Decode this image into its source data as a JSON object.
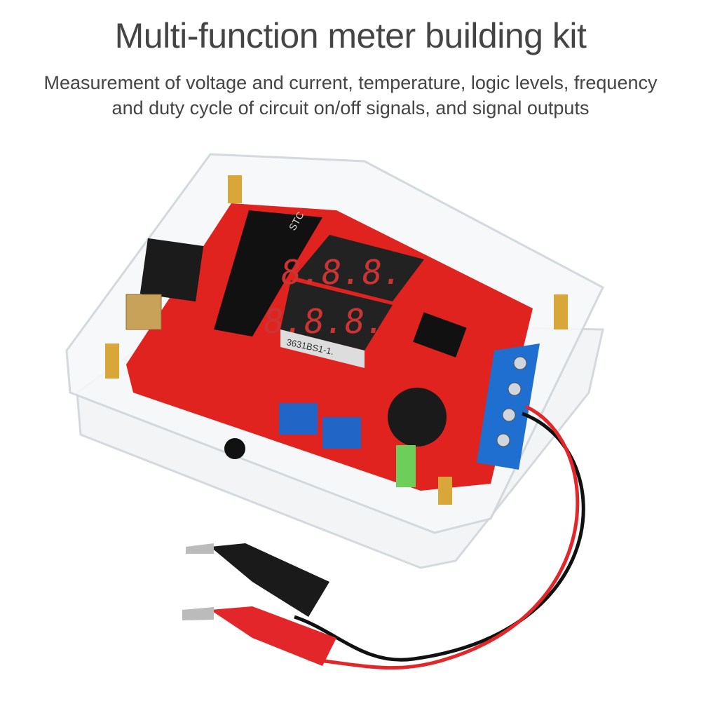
{
  "heading": {
    "title": "Multi-function meter building kit",
    "subtitle": "Measurement of voltage and current, temperature, logic levels, frequency and duty cycle of circuit on/off signals, and signal outputs"
  },
  "product": {
    "display_label": "3631BS1-1.",
    "chip_label": "STC",
    "display_digits_top": "8.8.8.",
    "display_digits_bottom": "8.8.8.",
    "colors": {
      "pcb": "#e0231f",
      "terminal": "#1e6fd0",
      "acrylic": "#e8ecef",
      "clip_black": "#1a1a1a",
      "clip_red": "#e3262a"
    }
  }
}
